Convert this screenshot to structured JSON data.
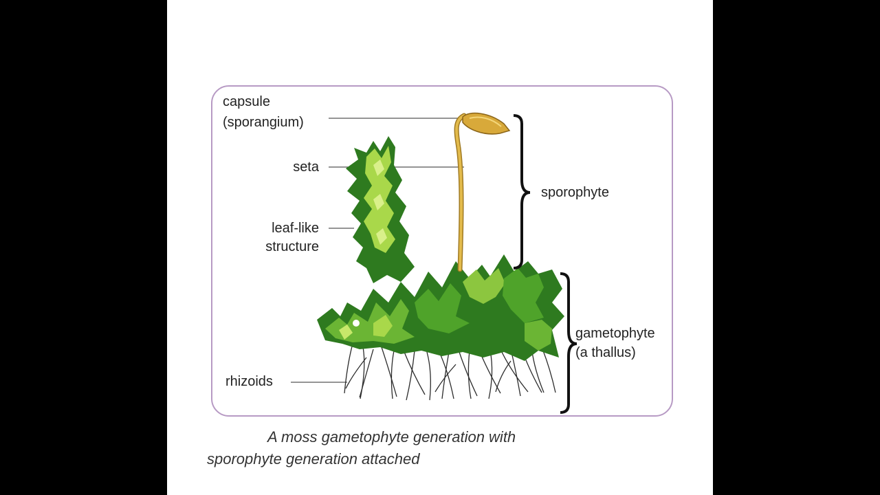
{
  "labels": {
    "capsule": "capsule",
    "sporangium": "(sporangium)",
    "seta": "seta",
    "leaf_line1": "leaf-like",
    "leaf_line2": "structure",
    "rhizoids": "rhizoids",
    "sporophyte": "sporophyte",
    "gametophyte": "gametophyte",
    "thallus": "(a thallus)"
  },
  "caption": {
    "line1": "A moss gametophyte generation with",
    "line2": "sporophyte generation attached"
  },
  "colors": {
    "frame": "#b79ac4",
    "leaf_dark": "#2e7a1f",
    "leaf_mid": "#4fa32a",
    "leaf_light": "#a9d84a",
    "seta": "#d8a93a",
    "rhizoid": "#2b2b2b"
  }
}
